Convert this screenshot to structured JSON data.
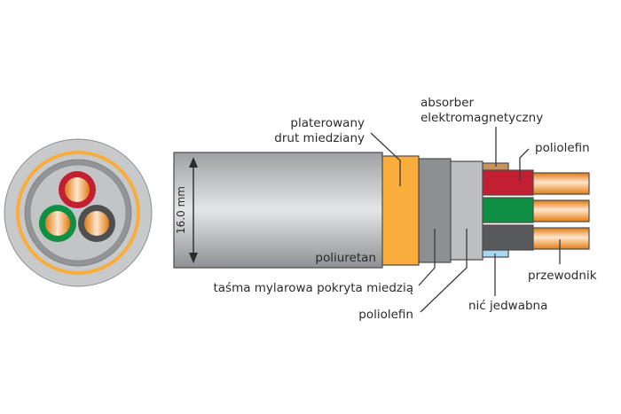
{
  "title": "Cable construction diagram",
  "dimension": {
    "label": "16.0 mm"
  },
  "labels": {
    "outer_sheath": "poliuretan",
    "braid_line1": "platerowany",
    "braid_line2": "drut miedziany",
    "absorber_line1": "absorber",
    "absorber_line2": "elektromagnetyczny",
    "core_insulation": "poliolefin",
    "mylar_tape": "taśma mylarowa pokryta miedzią",
    "inner_sheath": "poliolefin",
    "silk_thread": "nić jedwabna",
    "conductor": "przewodnik"
  },
  "colors": {
    "sheath": "#b7b8ba",
    "braid": "#f9ad3d",
    "mylar": "#8e8f91",
    "inner": "#bdbec0",
    "absorber": "#c8935f",
    "core_red": "#c21f32",
    "core_green": "#0f8f43",
    "core_dark": "#58595b",
    "silk": "#a7d8f0",
    "copper": "#f6921e"
  }
}
